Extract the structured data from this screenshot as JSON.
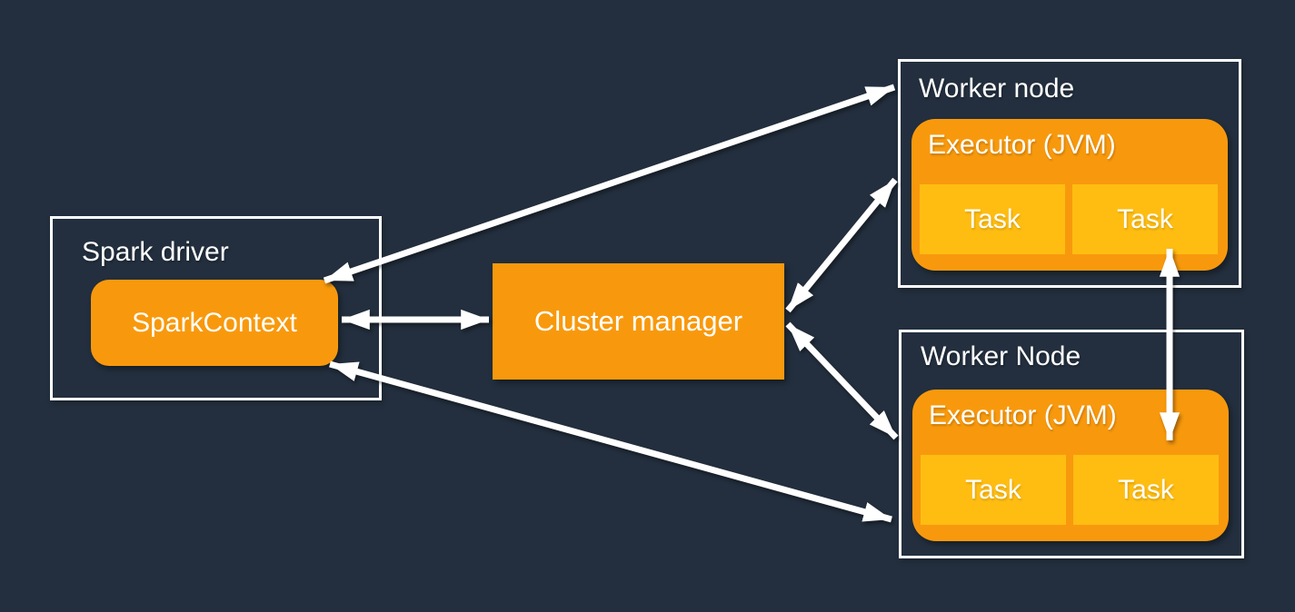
{
  "colors": {
    "background": "#232F3E",
    "box_border": "#FFFFFF",
    "orange_primary": "#F8990D",
    "orange_task": "#FFBD12",
    "arrow": "#FFFFFF",
    "text": "#FFFFFF"
  },
  "spark_driver": {
    "label": "Spark driver",
    "spark_context": "SparkContext"
  },
  "cluster_manager": {
    "label": "Cluster manager"
  },
  "worker_nodes": [
    {
      "label": "Worker node",
      "executor": "Executor (JVM)",
      "tasks": [
        "Task",
        "Task"
      ]
    },
    {
      "label": "Worker Node",
      "executor": "Executor (JVM)",
      "tasks": [
        "Task",
        "Task"
      ]
    }
  ],
  "connections": [
    {
      "from": "SparkContext",
      "to": "Cluster manager",
      "bidirectional": true
    },
    {
      "from": "SparkContext",
      "to": "Worker node (top)",
      "bidirectional": true
    },
    {
      "from": "SparkContext",
      "to": "Worker Node (bottom)",
      "bidirectional": true
    },
    {
      "from": "Cluster manager",
      "to": "Executor (JVM) in Worker node (top)",
      "bidirectional": true
    },
    {
      "from": "Cluster manager",
      "to": "Executor (JVM) in Worker Node (bottom)",
      "bidirectional": true
    },
    {
      "from": "Task in Worker node (top)",
      "to": "Executor (JVM) in Worker Node (bottom)",
      "bidirectional": true
    }
  ]
}
